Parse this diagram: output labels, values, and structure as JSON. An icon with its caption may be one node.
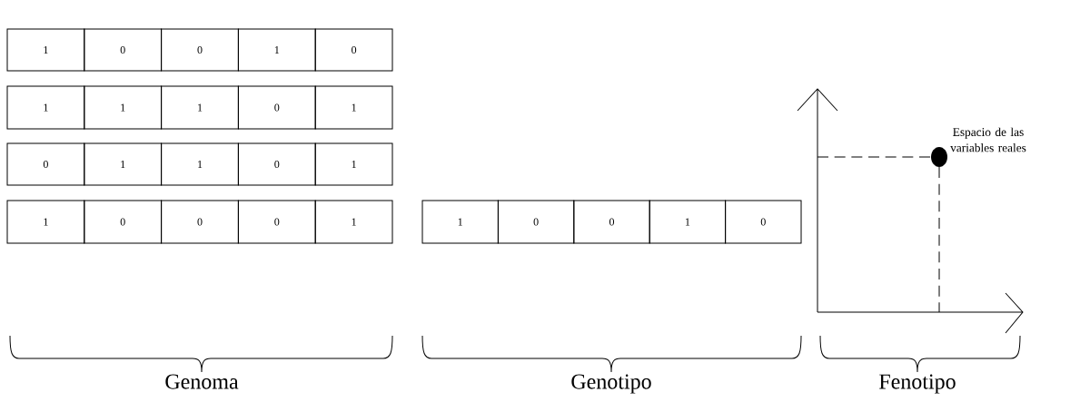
{
  "diagram": {
    "nodes": [
      {
        "text": [
          "1"
        ]
      },
      {
        "text": [
          "0"
        ]
      },
      {
        "text": [
          "0"
        ]
      },
      {
        "text": [
          "1"
        ]
      },
      {
        "text": [
          "0"
        ]
      },
      {
        "text": [
          "1"
        ]
      },
      {
        "text": [
          "1"
        ]
      },
      {
        "text": [
          "1"
        ]
      },
      {
        "text": [
          "0"
        ]
      },
      {
        "text": [
          "1"
        ]
      },
      {
        "text": [
          "0"
        ]
      },
      {
        "text": [
          "1"
        ]
      },
      {
        "text": [
          "1"
        ]
      },
      {
        "text": [
          "0"
        ]
      },
      {
        "text": [
          "1"
        ]
      },
      {
        "text": [
          "1"
        ]
      },
      {
        "text": [
          "0"
        ]
      },
      {
        "text": [
          "0"
        ]
      },
      {
        "text": [
          "0"
        ]
      },
      {
        "text": [
          "1"
        ]
      },
      {
        "text": [
          "1"
        ]
      },
      {
        "text": [
          "0"
        ]
      },
      {
        "text": [
          "0"
        ]
      },
      {
        "text": [
          "1"
        ]
      },
      {
        "text": [
          "0"
        ]
      }
    ],
    "labels": [
      "Espacio de las variables reales",
      "Genoma",
      "Genotipo",
      "Fenotipo"
    ]
  }
}
